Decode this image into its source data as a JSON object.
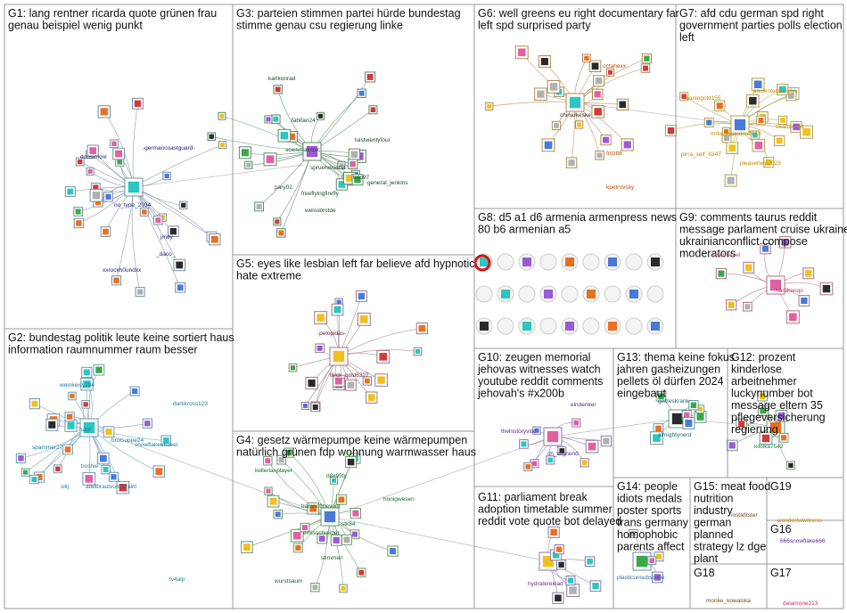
{
  "groups": [
    {
      "id": "G1",
      "title_lines": [
        "G1: lang rentner ricarda quote grünen frau",
        "genau beispiel wenig punkt"
      ]
    },
    {
      "id": "G2",
      "title_lines": [
        "G2: bundestag politik leute keine sortiert haus",
        "information raumnummer raum besser"
      ]
    },
    {
      "id": "G3",
      "title_lines": [
        "G3: parteien stimmen partei hürde bundestag",
        "stimme genau csu regierung linke"
      ]
    },
    {
      "id": "G4",
      "title_lines": [
        "G4: gesetz wärmepumpe keine wärmepumpen",
        "natürlich grünen fdp wohnung warmwasser haus"
      ]
    },
    {
      "id": "G5",
      "title_lines": [
        "G5: eyes like lesbian left far believe afd hypnotic",
        "hate extreme"
      ]
    },
    {
      "id": "G6",
      "title_lines": [
        "G6: well greens eu right documentary far",
        "left spd surprised party"
      ]
    },
    {
      "id": "G7",
      "title_lines": [
        "G7: afd cdu german spd right",
        "government parties polls election",
        "left"
      ]
    },
    {
      "id": "G8",
      "title_lines": [
        "G8: d5 a1 d6 armenia armenpress news",
        "80 b6 armenian a5"
      ]
    },
    {
      "id": "G9",
      "title_lines": [
        "G9: comments taurus reddit",
        "message parlament cruise ukraine",
        "ukrainianconflict compose",
        "moderators"
      ]
    },
    {
      "id": "G10",
      "title_lines": [
        "G10: zeugen memorial",
        "jehovas witnesses watch",
        "youtube reddit comments",
        "jehovah's #x200b"
      ]
    },
    {
      "id": "G11",
      "title_lines": [
        "G11: parliament break",
        "adoption timetable summer",
        "reddit vote quote bot delayed"
      ]
    },
    {
      "id": "G12",
      "title_lines": [
        "G12: prozent",
        "kinderlose",
        "arbeitnehmer",
        "luckynumber bot",
        "message eltern 35",
        "pflegeversicherung",
        "regierung"
      ]
    },
    {
      "id": "G13",
      "title_lines": [
        "G13: thema keine fokus",
        "jahren gasheizungen",
        "pellets öl dürfen 2024",
        "eingebaut"
      ]
    },
    {
      "id": "G14",
      "title_lines": [
        "G14: people",
        "idiots medals",
        "poster sports",
        "trans germany",
        "homophobic",
        "parents affect"
      ]
    },
    {
      "id": "G15",
      "title_lines": [
        "G15: meat food",
        "nutrition",
        "industry",
        "german",
        "planned",
        "strategy lz dge",
        "plant"
      ]
    },
    {
      "id": "G16",
      "title_lines": [
        "G16"
      ]
    },
    {
      "id": "G17",
      "title_lines": [
        "G17"
      ]
    },
    {
      "id": "G18",
      "title_lines": [
        "G18"
      ]
    },
    {
      "id": "G19",
      "title_lines": [
        "G19"
      ]
    }
  ],
  "node_labels": [
    {
      "text": "donsimoni",
      "color": "#1a1a6e"
    },
    {
      "text": "-germancoastguard-",
      "color": "#1a1a6e"
    },
    {
      "text": "no_type_2034",
      "color": "#1a1a6e"
    },
    {
      "text": "jmdy",
      "color": "#1a1a6e"
    },
    {
      "text": "_daco_",
      "color": "#1a1a6e"
    },
    {
      "text": "xxrockh0undxx",
      "color": "#1a1a6e"
    },
    {
      "text": "karlkonrad",
      "color": "#1a4a2a"
    },
    {
      "text": "fabifan24",
      "color": "#1a4a2a"
    },
    {
      "text": "scemmakcisc",
      "color": "#1a4a2a"
    },
    {
      "text": "luistwentyfour",
      "color": "#1a4a2a"
    },
    {
      "text": "spruehwuerst",
      "color": "#1a4a2a"
    },
    {
      "text": "pary02",
      "color": "#1a4a2a"
    },
    {
      "text": "freeflyingfirefly",
      "color": "#1a4a2a"
    },
    {
      "text": "tuto97",
      "color": "#1a4a2a"
    },
    {
      "text": "general_jenkins",
      "color": "#1a4a2a"
    },
    {
      "text": "weissbrotde",
      "color": "#1a4a2a"
    },
    {
      "text": "octahexx",
      "color": "#c04a00"
    },
    {
      "text": "chinarkeske",
      "color": "#3a2a1a"
    },
    {
      "text": "fritz88",
      "color": "#c04a00"
    },
    {
      "text": "kpetrovsky",
      "color": "#c04a00"
    },
    {
      "text": "leanlegold155",
      "color": "#c08a00"
    },
    {
      "text": "ancientestknollys",
      "color": "#c08a00"
    },
    {
      "text": "mrkesecondes2013",
      "color": "#c08a00"
    },
    {
      "text": "beanie_kid",
      "color": "#c08a00"
    },
    {
      "text": "pirra_self_8347",
      "color": "#c08a00"
    },
    {
      "text": "pleasehelp2023",
      "color": "#c08a00"
    },
    {
      "text": "usernamel",
      "color": "#c0306a"
    },
    {
      "text": "harakenqo",
      "color": "#c0306a"
    },
    {
      "text": "-pelopidas-",
      "color": "#6a1a3a"
    },
    {
      "text": "thick_gold6327",
      "color": "#6a1a3a"
    },
    {
      "text": "weinkeisy294",
      "color": "#1a7aa0"
    },
    {
      "text": "darkkross123",
      "color": "#1a7aa0"
    },
    {
      "text": "hagr",
      "color": "#1a7aa0"
    },
    {
      "text": "brotsuppe24",
      "color": "#1a7aa0"
    },
    {
      "text": "snowflakeofsteel",
      "color": "#1a7aa0"
    },
    {
      "text": "spammer27",
      "color": "#1a7aa0"
    },
    {
      "text": "boshie",
      "color": "#1a7aa0"
    },
    {
      "text": "adelbrautvonderalm",
      "color": "#1a7aa0"
    },
    {
      "text": "silij",
      "color": "#1a7aa0"
    },
    {
      "text": "tv4alp",
      "color": "#1a7aa0"
    },
    {
      "text": "thehistoryvitic",
      "color": "#5a2a7a"
    },
    {
      "text": "eindenker",
      "color": "#5a2a7a"
    },
    {
      "text": "ch_wignend",
      "color": "#5a2a7a"
    },
    {
      "text": "gelzeskrank",
      "color": "#1a6a6a"
    },
    {
      "text": "almightynerd",
      "color": "#1a6a6a"
    },
    {
      "text": "kilolka7542",
      "color": "#1a7a4a"
    },
    {
      "text": "kellerlanplayer",
      "color": "#1a6a2a"
    },
    {
      "text": "d8x95ty",
      "color": "#1a6a2a"
    },
    {
      "text": "baronofthevoid",
      "color": "#1a6a2a"
    },
    {
      "text": "honigwesen",
      "color": "#1a6a2a"
    },
    {
      "text": "emtsschreiber",
      "color": "#1a6a2a"
    },
    {
      "text": "stk84",
      "color": "#1a6a2a"
    },
    {
      "text": "stimmen",
      "color": "#1a6a2a"
    },
    {
      "text": "wurstsaum",
      "color": "#1a6a2a"
    },
    {
      "text": "hydratereload",
      "color": "#5a3a7a"
    },
    {
      "text": "plasticunsubscribe",
      "color": "#2a6a9a"
    },
    {
      "text": "wonderfulwitness",
      "color": "#c08a00"
    },
    {
      "text": "666snowflake666",
      "color": "#5a2a9a"
    },
    {
      "text": "monke_kowalska",
      "color": "#7a4a1a"
    },
    {
      "text": "delamone213",
      "color": "#c0306a"
    },
    {
      "text": "instafitster",
      "color": "#7a4a1a"
    }
  ]
}
